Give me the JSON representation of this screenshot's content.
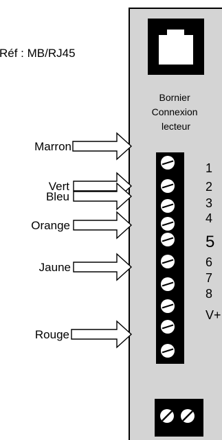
{
  "reference": "Réf : MB/RJ45",
  "module": {
    "label_lines": [
      "Bornier",
      "Connexion",
      "lecteur"
    ],
    "panel_color": "#d4d4d4",
    "terminal_block_color": "#000000",
    "screw_color": "#ffffff"
  },
  "wires": [
    {
      "color_name": "Marron",
      "terminal": 1
    },
    {
      "color_name": "Vert",
      "terminal": 2
    },
    {
      "color_name": "Bleu",
      "terminal": 3
    },
    {
      "color_name": "Orange",
      "terminal": 4
    },
    {
      "color_name": "Jaune",
      "terminal": 6
    },
    {
      "color_name": "Rouge",
      "terminal": 8
    }
  ],
  "terminals": [
    "1",
    "2",
    "3",
    "4",
    "5",
    "6",
    "7",
    "8",
    "V+"
  ]
}
